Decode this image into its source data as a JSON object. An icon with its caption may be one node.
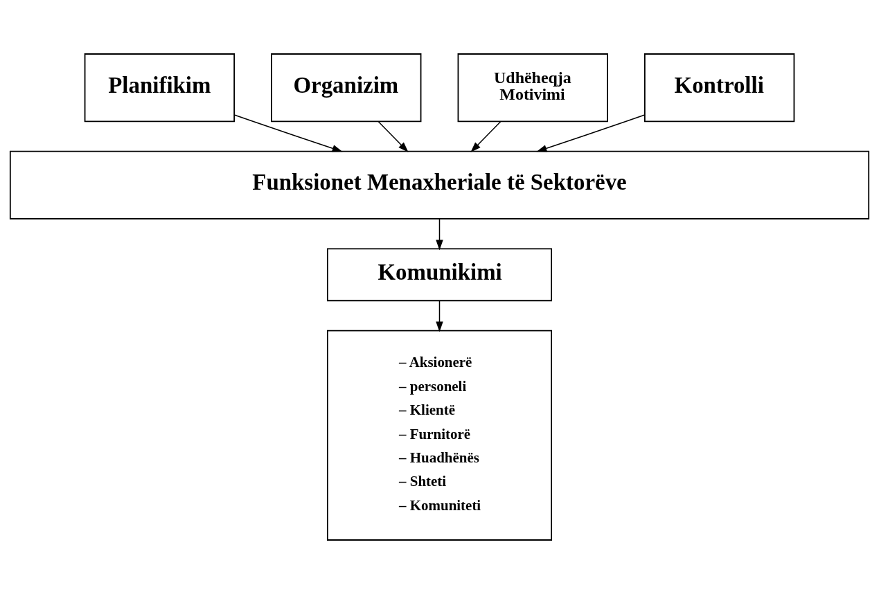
{
  "diagram": {
    "nodes": [
      {
        "text": [
          "Planifikim"
        ]
      },
      {
        "text": [
          "Organizim"
        ]
      },
      {
        "text": [
          "Udhëheqja Motivimi"
        ]
      },
      {
        "text": [
          "Kontrolli"
        ]
      },
      {
        "text": [
          "Funksionet Menaxheriale të Sektorëve"
        ]
      },
      {
        "text": [
          "Komunikimi"
        ]
      },
      {
        "text": [
          "– Aksionerë",
          "– personeli",
          "– Klientë",
          "– Furnitorë",
          "– Huadhënës",
          "– Shteti",
          "– Komuniteti"
        ]
      }
    ],
    "edges": [
      {
        "from": 0,
        "to": 4,
        "arrow": "to"
      },
      {
        "from": 1,
        "to": 4,
        "arrow": "to"
      },
      {
        "from": 2,
        "to": 4,
        "arrow": "to"
      },
      {
        "from": 3,
        "to": 4,
        "arrow": "to"
      },
      {
        "from": 4,
        "to": 5,
        "arrow": "to"
      },
      {
        "from": 5,
        "to": 6,
        "arrow": "to"
      }
    ]
  }
}
